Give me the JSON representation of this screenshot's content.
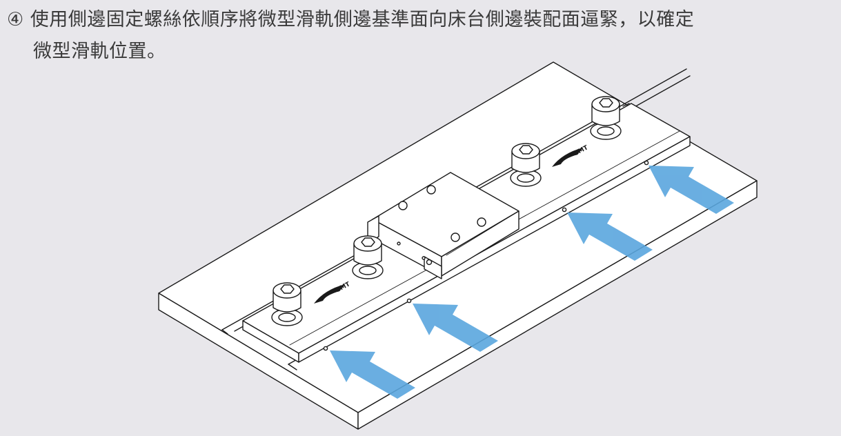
{
  "instruction": {
    "step_marker": "④",
    "line1": " 使用側邊固定螺絲依順序將微型滑軌側邊基準面向床台側邊裝配面逼緊，以確定",
    "line2": "微型滑軌位置。"
  },
  "logo_text": "GMT",
  "colors": {
    "background": "#e8e7eb",
    "line": "#1a1a1a",
    "surface": "#ffffff",
    "arrow": "#5aa6de"
  },
  "figure": {
    "arrow_count": 4,
    "bolt_count": 4,
    "carriage_count": 1
  }
}
